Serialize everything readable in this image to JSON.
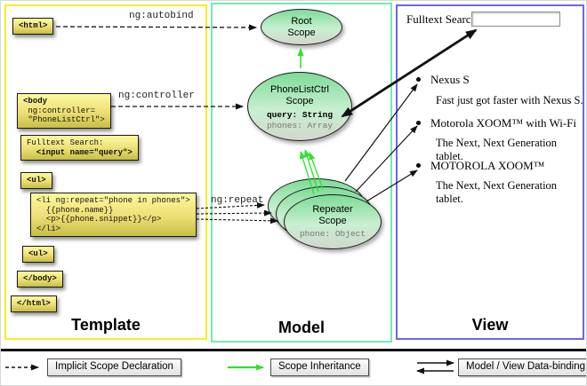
{
  "columns": {
    "template": {
      "label": "Template"
    },
    "model": {
      "label": "Model"
    },
    "view": {
      "label": "View"
    }
  },
  "template": {
    "boxes": {
      "html_open": "<html>",
      "body_open": {
        "l1": "<body",
        "l2": " ng:controller=",
        "l3": " \"PhoneListCtrl\">"
      },
      "fulltext": {
        "l1": "Fulltext Search:",
        "l2": "  <input name=\"query\">"
      },
      "ul_open": "<ul>",
      "li": {
        "l1": "<li ng:repeat=\"phone in phones\">",
        "l2": "  {{phone.name}}",
        "l3": "  <p>{{phone.snippet}}</p>",
        "l4": "</li>"
      },
      "ul_close": "<ul>",
      "body_close": "</body>",
      "html_close": "</html>"
    }
  },
  "arrow_labels": {
    "autobind": "ng:autobind",
    "controller": "ng:controller",
    "repeat": "ng:repeat"
  },
  "model": {
    "root_scope": {
      "title": "Root\nScope"
    },
    "phonelist_scope": {
      "title": "PhoneListCtrl\nScope",
      "prop_query": "query: String",
      "prop_phones": "phones: Array"
    },
    "repeater_scope": {
      "title": "Repeater\nScope",
      "prop_phone": "phone: Object"
    }
  },
  "view": {
    "search_label": "Fulltext Search:",
    "search_value": "",
    "items": [
      {
        "title": "Nexus S",
        "desc": "Fast just got faster with Nexus S."
      },
      {
        "title": "Motorola XOOM™ with Wi-Fi",
        "desc": "The Next, Next Generation tablet."
      },
      {
        "title": "MOTOROLA XOOM™",
        "desc": "The Next, Next Generation tablet."
      }
    ]
  },
  "legend": {
    "implicit": "Implicit Scope Declaration",
    "inheritance": "Scope Inheritance",
    "binding": "Model / View Data-binding"
  },
  "colors": {
    "template_border": "#f6ef27",
    "model_border": "#74eab4",
    "view_border": "#6e65e8",
    "arrow_green": "#2ee22e",
    "code_box_yellow": "#ecde74",
    "scope_green": "#7edb98"
  }
}
